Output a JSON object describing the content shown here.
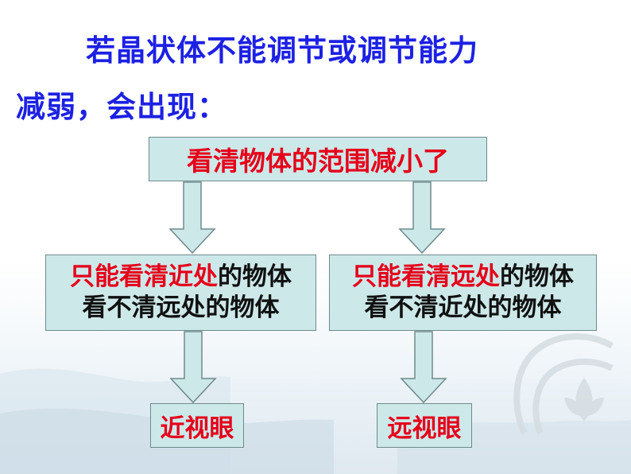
{
  "title": {
    "line1": "若晶状体不能调节或调节能力",
    "line2": "减弱，会出现："
  },
  "top_box": {
    "text": "看清物体的范围减小了"
  },
  "left_box": {
    "line1_highlight": "只能看清近处",
    "line1_rest": "的物体",
    "line2": "看不清远处的物体"
  },
  "right_box": {
    "line1_highlight": "只能看清远处",
    "line1_rest": "的物体",
    "line2": "看不清近处的物体"
  },
  "bottom_left": {
    "text": "近视眼"
  },
  "bottom_right": {
    "text": "远视眼"
  },
  "colors": {
    "title": "#1c21e3",
    "highlight": "#e5001a",
    "box_fill": "#cde8e9",
    "box_border": "#6e8a8c"
  }
}
